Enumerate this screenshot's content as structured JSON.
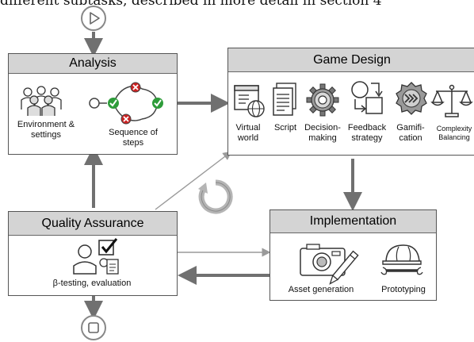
{
  "caption_fragment": "different subtasks, described in more detail in section 4",
  "analysis": {
    "title": "Analysis",
    "environment_label": "Environment &\nsettings",
    "sequence_label": "Sequence of\nsteps"
  },
  "game_design": {
    "title": "Game Design",
    "items": [
      "Virtual\nworld",
      "Script",
      "Decision-\nmaking",
      "Feedback\nstrategy",
      "Gamifi-\ncation",
      "Complexity\nBalancing"
    ]
  },
  "implementation": {
    "title": "Implementation",
    "items": [
      "Asset generation",
      "Prototyping"
    ]
  },
  "quality_assurance": {
    "title": "Quality Assurance",
    "label": "β-testing, evaluation"
  },
  "colors": {
    "header": "#d4d4d4",
    "arrow": "#707070",
    "accent_red": "#cc2222",
    "accent_green": "#2e9c3a"
  },
  "icons": [
    "start-play-icon",
    "stop-icon",
    "people-icon",
    "sequence-icon",
    "monitor-globe-icon",
    "script-icon",
    "gear-icon",
    "feedback-icon",
    "gamification-badge-icon",
    "balance-scale-icon",
    "camera-pencil-icon",
    "helmet-tools-icon",
    "person-check-icon",
    "cycle-icon"
  ]
}
